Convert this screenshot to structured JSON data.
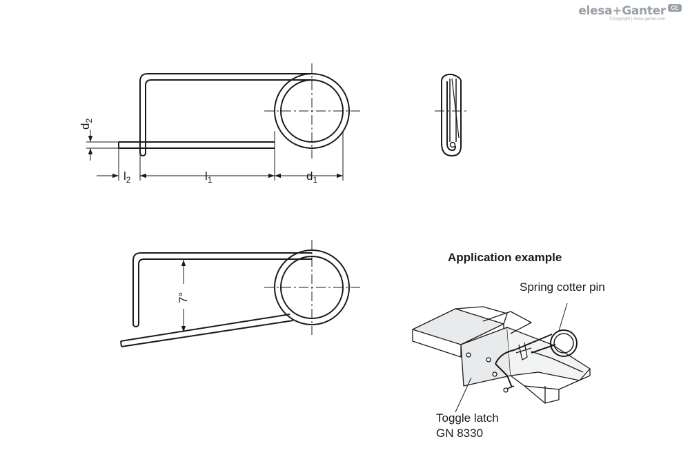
{
  "brand": {
    "name": "elesa+Ganter",
    "mark": "CE",
    "copyright": "©Copyright | elesa-ganter.com"
  },
  "dimensions": {
    "d2": {
      "base": "d",
      "sub": "2"
    },
    "l2": {
      "base": "l",
      "sub": "2"
    },
    "l1": {
      "base": "l",
      "sub": "1"
    },
    "d1": {
      "base": "d",
      "sub": "1"
    },
    "angle": "7°"
  },
  "application": {
    "title": "Application example",
    "pin_label": "Spring cotter pin",
    "latch_label_line1": "Toggle latch",
    "latch_label_line2": "GN 8330"
  }
}
